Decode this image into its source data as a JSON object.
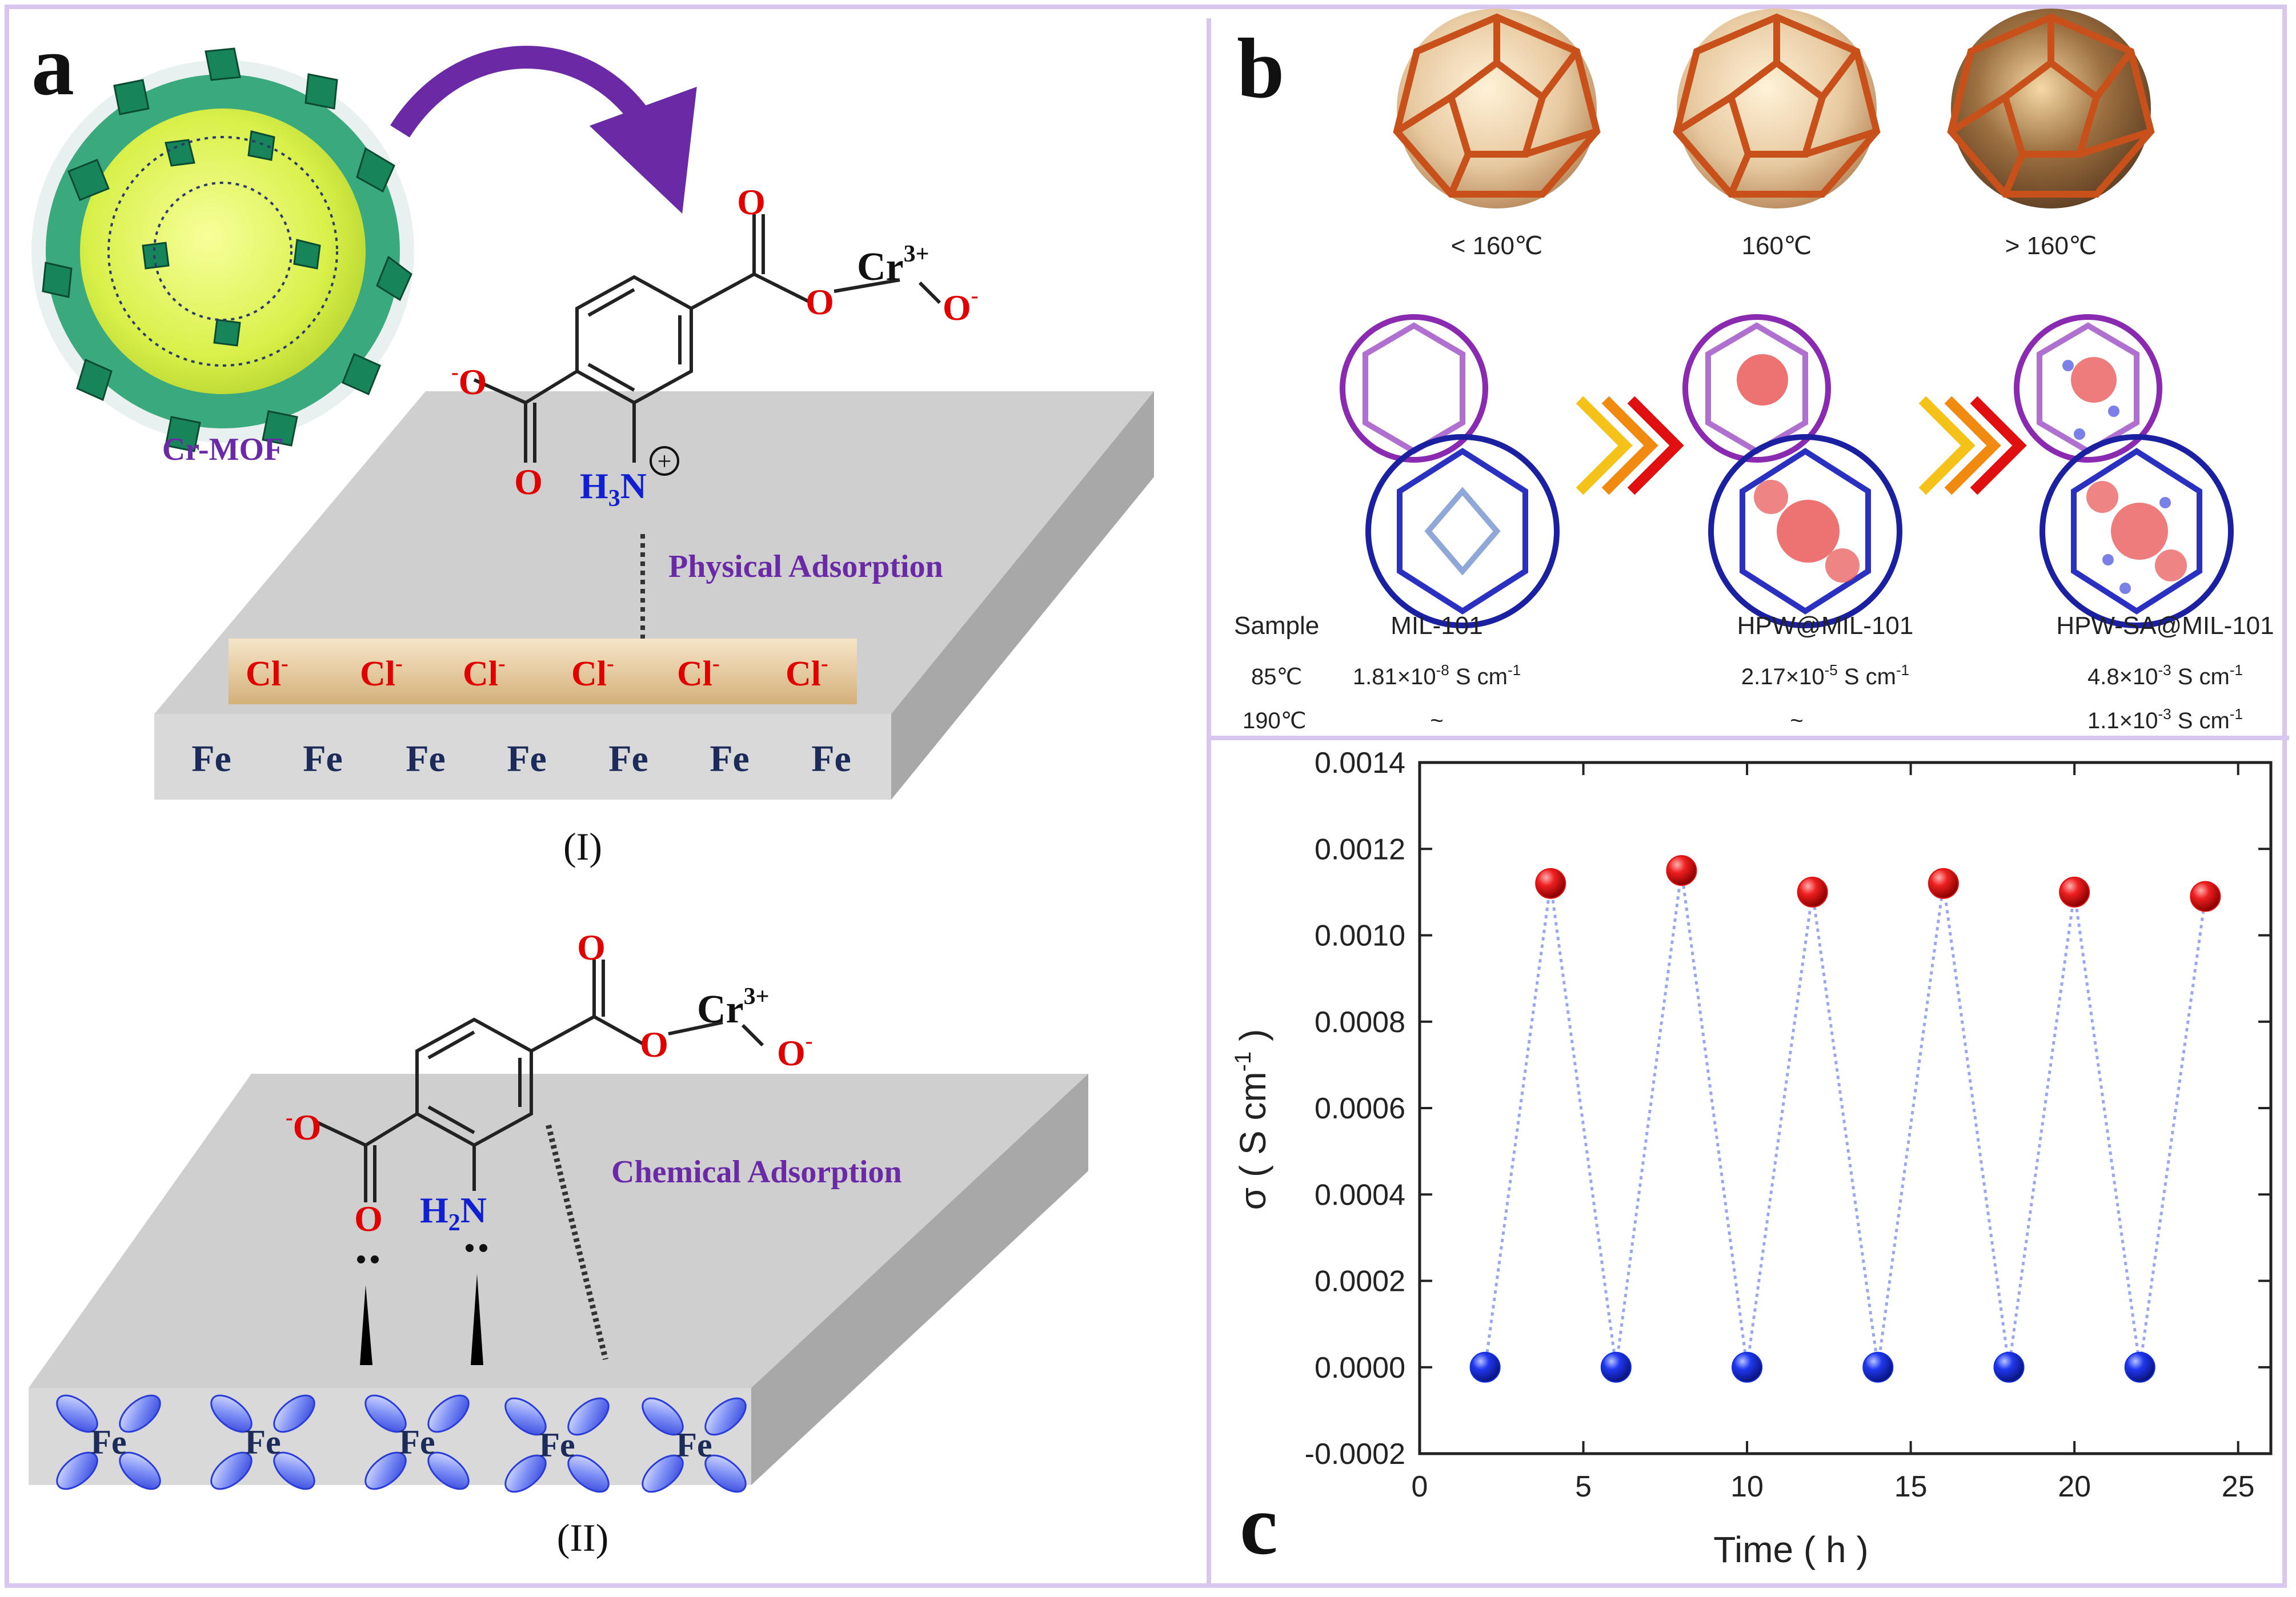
{
  "panel_a": {
    "label": "a",
    "mof_label": "Cr-MOF",
    "scheme_I": {
      "oxygen_top": "O",
      "cr_base": "Cr",
      "cr_charge": "3+",
      "o_minus": "O",
      "neg_o": "O",
      "o_bottom": "O",
      "amine": "H",
      "amine_sub": "3",
      "amine_n": "N",
      "plus": "+",
      "adsorption": "Physical Adsorption",
      "chlorides": [
        "Cl",
        "Cl",
        "Cl",
        "Cl",
        "Cl",
        "Cl"
      ],
      "chloride_sign": "-",
      "irons": [
        "Fe",
        "Fe",
        "Fe",
        "Fe",
        "Fe",
        "Fe",
        "Fe"
      ],
      "caption": "(I)"
    },
    "scheme_II": {
      "oxygen_top": "O",
      "cr_base": "Cr",
      "cr_charge": "3+",
      "o_minus": "O",
      "neg_o": "O",
      "o_bottom": "O",
      "amine": "H",
      "amine_sub": "2",
      "amine_n": "N",
      "adsorption": "Chemical Adsorption",
      "irons": [
        "Fe",
        "Fe",
        "Fe",
        "Fe",
        "Fe"
      ],
      "caption": "(II)"
    }
  },
  "panel_b": {
    "label": "b",
    "temperatures": [
      "< 160℃",
      "160℃",
      "> 160℃"
    ],
    "table": {
      "header": [
        "Sample",
        "MIL-101",
        "HPW@MIL-101",
        "HPW-SA@MIL-101"
      ],
      "rows": [
        {
          "temp": "85℃",
          "mil": "1.81×10",
          "mil_exp": "-8",
          "hpw": "2.17×10",
          "hpw_exp": "-5",
          "sa": "4.8×10",
          "sa_exp": "-3",
          "unit": " S cm",
          "unit_exp": "-1"
        },
        {
          "temp": "190℃",
          "mil": "~",
          "hpw": "~",
          "sa": "1.1×10",
          "sa_exp": "-3",
          "unit": " S cm",
          "unit_exp": "-1"
        }
      ]
    }
  },
  "panel_c": {
    "label": "c"
  },
  "chart_data": {
    "type": "scatter",
    "xlabel": "Time ( h )",
    "ylabel": "σ ( S cm",
    "ylabel_exp": "-1",
    "ylabel_end": " )",
    "xlim": [
      0,
      26
    ],
    "ylim": [
      -0.0002,
      0.0014
    ],
    "xticks": [
      "0",
      "5",
      "10",
      "15",
      "20",
      "25"
    ],
    "xtick_values": [
      0,
      5,
      10,
      15,
      20,
      25
    ],
    "yticks": [
      "-0.0002",
      "0.0000",
      "0.0002",
      "0.0004",
      "0.0006",
      "0.0008",
      "0.0010",
      "0.0012",
      "0.0014"
    ],
    "ytick_values": [
      -0.0002,
      0,
      0.0002,
      0.0004,
      0.0006,
      0.0008,
      0.001,
      0.0012,
      0.0014
    ],
    "series": [
      {
        "color": "#e01010",
        "x": [
          4,
          8,
          12,
          16,
          20,
          24
        ],
        "y": [
          0.00112,
          0.00115,
          0.0011,
          0.00112,
          0.0011,
          0.00109
        ]
      },
      {
        "color": "#1030e0",
        "x": [
          2,
          6,
          10,
          14,
          18,
          22
        ],
        "y": [
          0,
          0,
          0,
          0,
          0,
          0
        ]
      }
    ],
    "connector": {
      "order_x": [
        2,
        4,
        6,
        8,
        10,
        12,
        14,
        16,
        18,
        20,
        22,
        24
      ],
      "color": "#9aa6f0"
    }
  }
}
